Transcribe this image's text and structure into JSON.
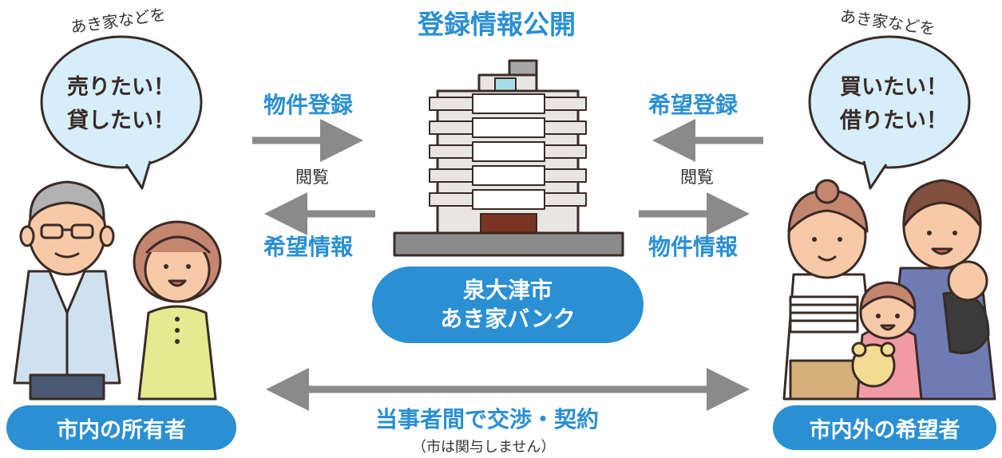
{
  "title": "登録情報公開",
  "owner": {
    "caption": "あき家などを",
    "bubble": [
      "売りたい！",
      "貸したい！"
    ],
    "label": "市内の所有者"
  },
  "seeker": {
    "caption": "あき家などを",
    "bubble": [
      "買いたい！",
      "借りたい！"
    ],
    "label": "市内外の希望者"
  },
  "flows": {
    "property_register": "物件登録",
    "browse_left": "閲覧",
    "wish_info": "希望情報",
    "wish_register": "希望登録",
    "browse_right": "閲覧",
    "property_info": "物件情報"
  },
  "bank": [
    "泉大津市",
    "あき家バンク"
  ],
  "negotiation": {
    "main": "当事者間で交渉・契約",
    "note": "（市は関与しません）"
  },
  "colors": {
    "accent": "#2a8fd3",
    "arrow": "#8a8a8a",
    "bubble": "#d5eef9",
    "building": "#e9e6e1"
  }
}
